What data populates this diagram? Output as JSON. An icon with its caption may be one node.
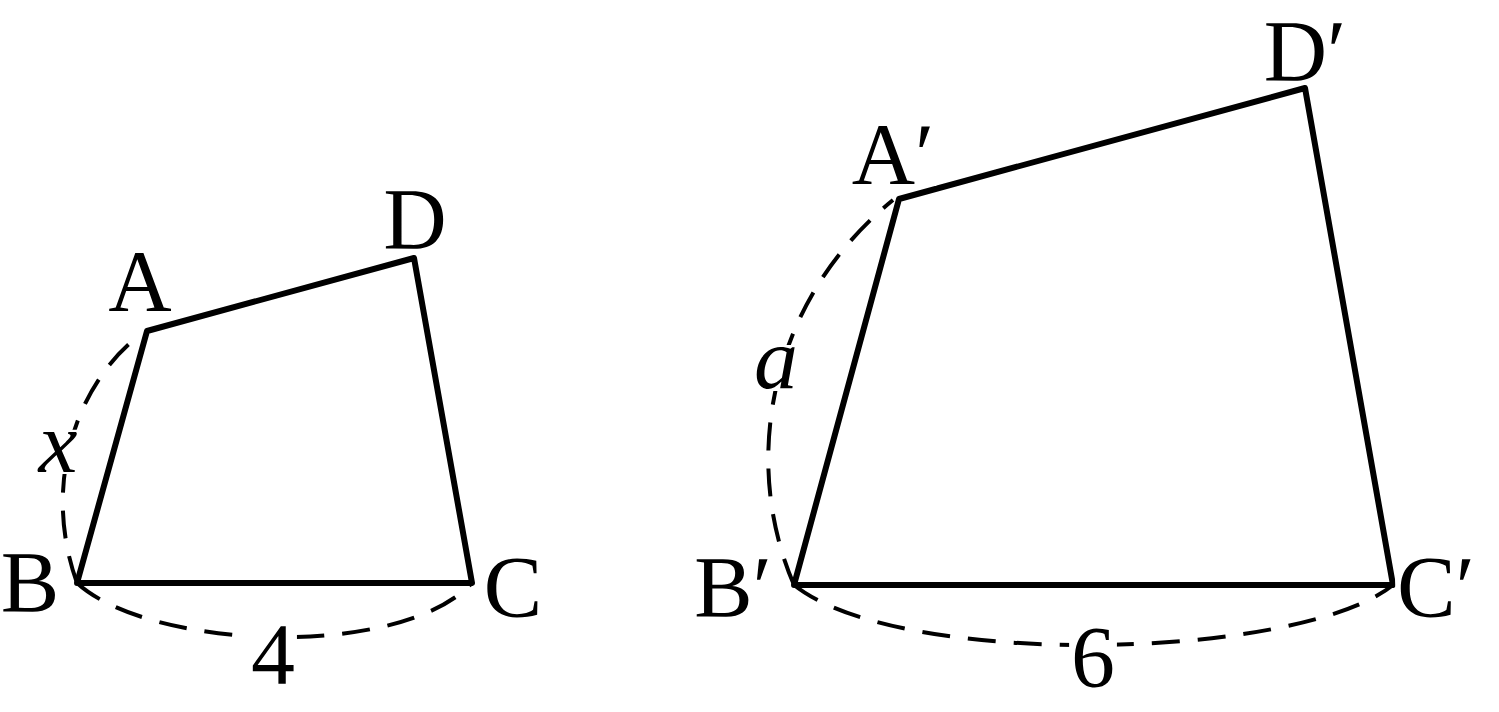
{
  "diagram": {
    "labels": [
      "D′",
      "A′",
      "D",
      "A",
      "a",
      "x",
      "B",
      "C",
      "B′",
      "C′",
      "4",
      "6"
    ]
  }
}
